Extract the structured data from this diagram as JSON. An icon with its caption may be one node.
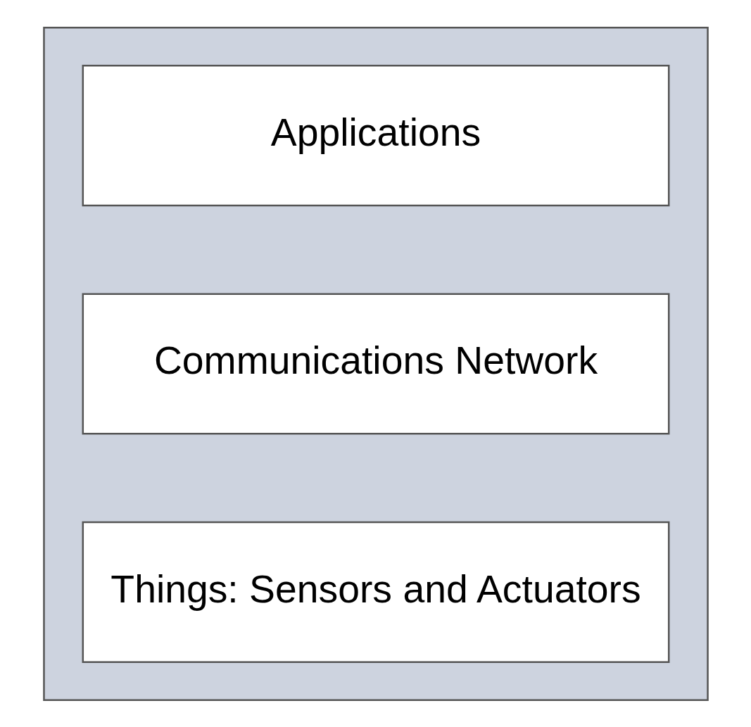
{
  "diagram": {
    "nodes": [
      {
        "text": [],
        "shape": "box"
      },
      {
        "text": [
          "Applications"
        ],
        "in": 0
      },
      {
        "text": [
          "Communications Network"
        ],
        "in": 0
      },
      {
        "text": [
          "Things: Sensors and Actuators"
        ],
        "in": 0
      }
    ],
    "edges": []
  }
}
